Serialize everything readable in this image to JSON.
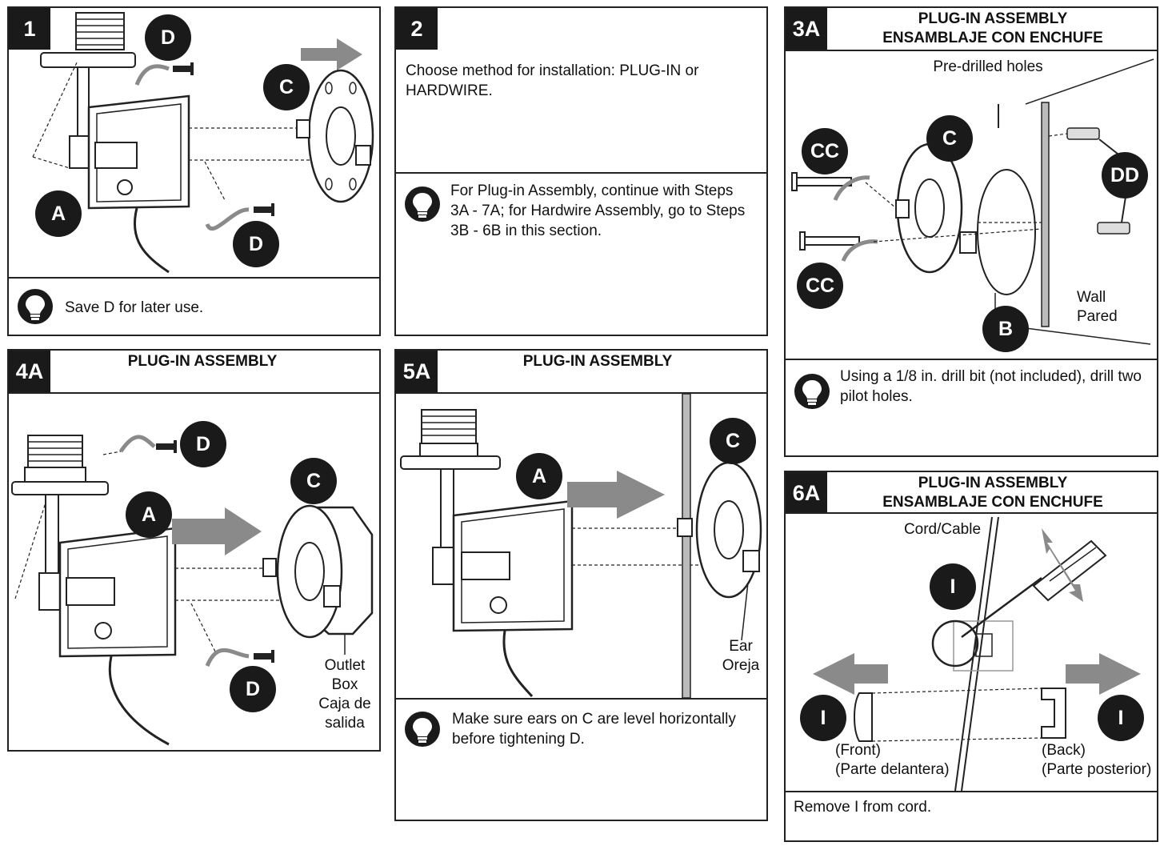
{
  "panel1": {
    "number": "1",
    "tip": "Save D for later use.",
    "callouts": {
      "d_top": "D",
      "c": "C",
      "a": "A",
      "d_bottom": "D"
    }
  },
  "panel2": {
    "number": "2",
    "instruction": "Choose method for installation: PLUG-IN or HARDWIRE.",
    "tip": "For Plug-in Assembly, continue with Steps 3A - 7A; for Hardwire Assembly, go to Steps 3B - 6B in this section."
  },
  "panel3a": {
    "number": "3A",
    "title_en": "PLUG-IN ASSEMBLY",
    "title_es": "ENSAMBLAJE CON ENCHUFE",
    "label_holes": "Pre-drilled holes",
    "label_wall_en": "Wall",
    "label_wall_es": "Pared",
    "tip": "Using a 1/8 in. drill bit (not included), drill two pilot holes.",
    "callouts": {
      "cc_top": "CC",
      "c": "C",
      "dd": "DD",
      "cc_bottom": "CC",
      "b": "B"
    }
  },
  "panel4a": {
    "number": "4A",
    "title": "PLUG-IN ASSEMBLY",
    "label_box_1": "Outlet",
    "label_box_2": "Box",
    "label_box_3": "Caja de",
    "label_box_4": "salida",
    "callouts": {
      "d_top": "D",
      "c": "C",
      "a": "A",
      "d_bottom": "D"
    }
  },
  "panel5a": {
    "number": "5A",
    "title": "PLUG-IN ASSEMBLY",
    "label_ear_en": "Ear",
    "label_ear_es": "Oreja",
    "tip": "Make sure ears on C are level horizontally before tightening D.",
    "callouts": {
      "a": "A",
      "c": "C"
    }
  },
  "panel6a": {
    "number": "6A",
    "title_en": "PLUG-IN ASSEMBLY",
    "title_es": "ENSAMBLAJE CON ENCHUFE",
    "label_cord": "Cord/Cable",
    "label_front_en": "(Front)",
    "label_front_es": "(Parte delantera)",
    "label_back_en": "(Back)",
    "label_back_es": "(Parte posterior)",
    "instruction": "Remove I from cord.",
    "callouts": {
      "i_top": "I",
      "i_left": "I",
      "i_right": "I"
    }
  },
  "colors": {
    "ink": "#1a1a1a",
    "arrow": "#8a8a8a",
    "panel_border": "#222222"
  },
  "icons": [
    "lightbulb-tip-icon",
    "screw-icon",
    "mounting-plate-icon",
    "push-arrow-icon",
    "screwdriver-icon"
  ]
}
